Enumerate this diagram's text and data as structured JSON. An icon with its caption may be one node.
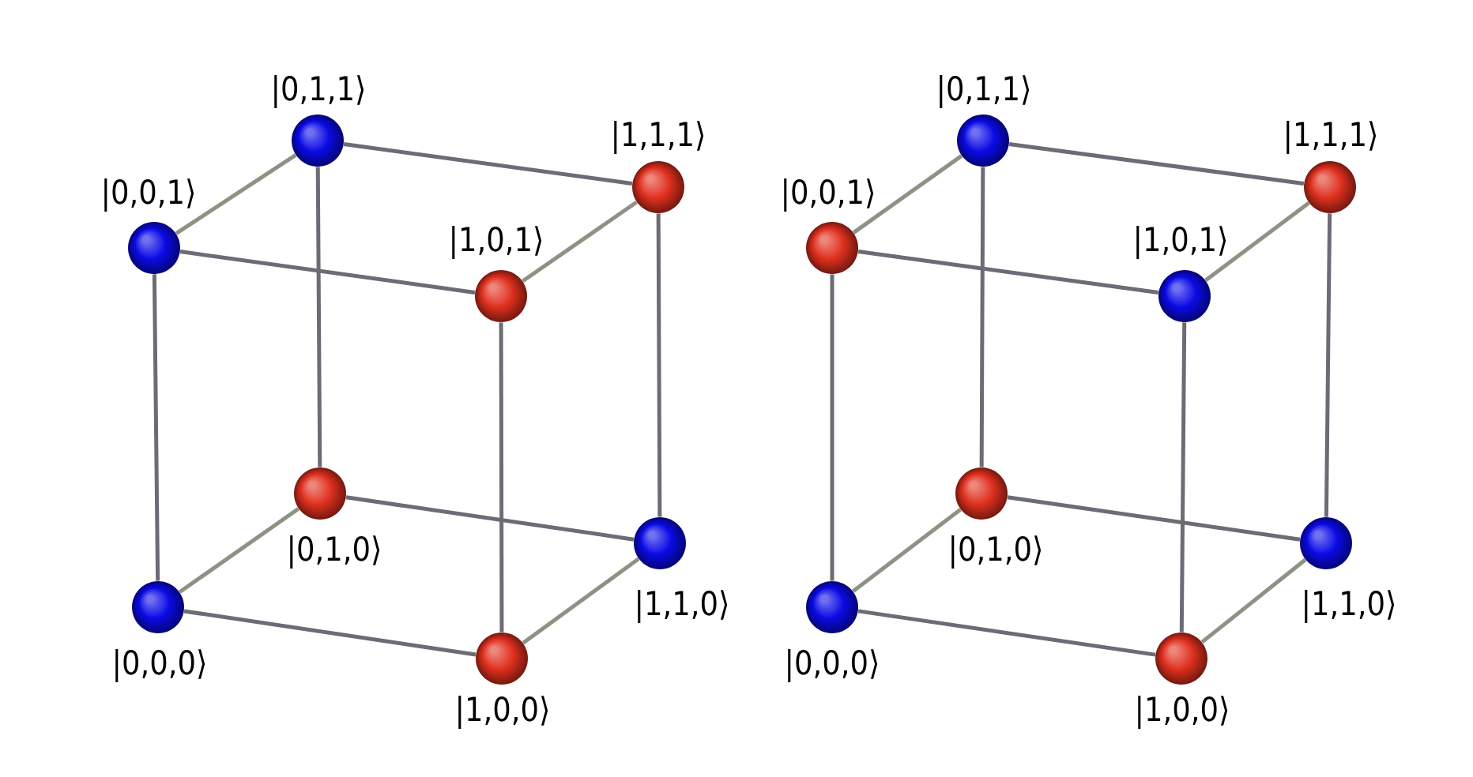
{
  "diagram": {
    "nodes": [
      {
        "text": [],
        "shape": "circle",
        "beside": [
          "|0,1,1⟩"
        ]
      },
      {
        "text": [],
        "shape": "circle",
        "beside": [
          "|1,1,1⟩"
        ]
      },
      {
        "text": [],
        "shape": "circle",
        "beside": [
          "|0,0,1⟩"
        ]
      },
      {
        "text": [],
        "shape": "circle",
        "beside": [
          "|1,0,1⟩"
        ]
      },
      {
        "text": [],
        "shape": "circle",
        "beside": [
          "|0,1,0⟩"
        ]
      },
      {
        "text": [],
        "shape": "circle",
        "beside": [
          "|1,1,0⟩"
        ]
      },
      {
        "text": [],
        "shape": "circle",
        "beside": [
          "|0,0,0⟩"
        ]
      },
      {
        "text": [],
        "shape": "circle",
        "beside": [
          "|1,0,0⟩"
        ]
      },
      {
        "text": [],
        "shape": "circle",
        "beside": [
          "|0,1,1⟩"
        ]
      },
      {
        "text": [],
        "shape": "circle",
        "beside": [
          "|1,1,1⟩"
        ]
      },
      {
        "text": [],
        "shape": "circle",
        "beside": [
          "|0,0,1⟩"
        ]
      },
      {
        "text": [],
        "shape": "circle",
        "beside": [
          "|1,0,1⟩"
        ]
      },
      {
        "text": [],
        "shape": "circle",
        "beside": [
          "|0,1,0⟩"
        ]
      },
      {
        "text": [],
        "shape": "circle",
        "beside": [
          "|1,1,0⟩"
        ]
      },
      {
        "text": [],
        "shape": "circle",
        "beside": [
          "|0,0,0⟩"
        ]
      },
      {
        "text": [],
        "shape": "circle",
        "beside": [
          "|1,0,0⟩"
        ]
      }
    ],
    "edges": [
      {
        "from": 0,
        "to": 1,
        "arrow": "none"
      },
      {
        "from": 0,
        "to": 4,
        "arrow": "none"
      },
      {
        "from": 4,
        "to": 5,
        "arrow": "none"
      },
      {
        "from": 1,
        "to": 5,
        "arrow": "none"
      },
      {
        "from": 2,
        "to": 0,
        "arrow": "none",
        "color": "#8d9284"
      },
      {
        "from": 3,
        "to": 1,
        "arrow": "none",
        "color": "#8d9284"
      },
      {
        "from": 6,
        "to": 4,
        "arrow": "none",
        "color": "#8d9284"
      },
      {
        "from": 7,
        "to": 5,
        "arrow": "none",
        "color": "#8d9284"
      },
      {
        "from": 2,
        "to": 3,
        "arrow": "none"
      },
      {
        "from": 2,
        "to": 6,
        "arrow": "none"
      },
      {
        "from": 6,
        "to": 7,
        "arrow": "none"
      },
      {
        "from": 3,
        "to": 7,
        "arrow": "none"
      },
      {
        "from": 8,
        "to": 9,
        "arrow": "none"
      },
      {
        "from": 8,
        "to": 12,
        "arrow": "none"
      },
      {
        "from": 12,
        "to": 13,
        "arrow": "none"
      },
      {
        "from": 9,
        "to": 13,
        "arrow": "none"
      },
      {
        "from": 10,
        "to": 8,
        "arrow": "none",
        "color": "#8d9284"
      },
      {
        "from": 11,
        "to": 9,
        "arrow": "none",
        "color": "#8d9284"
      },
      {
        "from": 14,
        "to": 12,
        "arrow": "none",
        "color": "#8d9284"
      },
      {
        "from": 15,
        "to": 13,
        "arrow": "none",
        "color": "#8d9284"
      },
      {
        "from": 10,
        "to": 11,
        "arrow": "none"
      },
      {
        "from": 10,
        "to": 14,
        "arrow": "none"
      },
      {
        "from": 14,
        "to": 15,
        "arrow": "none"
      },
      {
        "from": 11,
        "to": 15,
        "arrow": "none"
      }
    ]
  }
}
